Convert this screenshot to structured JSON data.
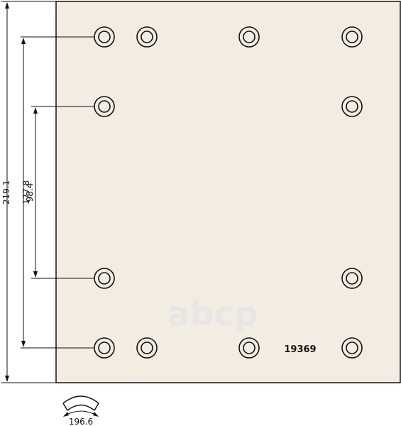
{
  "drawing": {
    "dimensions": {
      "overall_height": "219.1",
      "outer_hole_span": "177.8",
      "inner_hole_span": "98.4",
      "arc_width": "196.6"
    },
    "part_number": "19369",
    "watermark": "abcp",
    "colors": {
      "pad_fill": "#f3ece2",
      "stroke": "#111111",
      "watermark": "#e6e6e6"
    },
    "hole_rows": [
      {
        "row": "top",
        "holes": 4
      },
      {
        "row": "upper-middle",
        "holes": 2
      },
      {
        "row": "lower-middle",
        "holes": 2
      },
      {
        "row": "bottom",
        "holes": 4
      }
    ]
  }
}
